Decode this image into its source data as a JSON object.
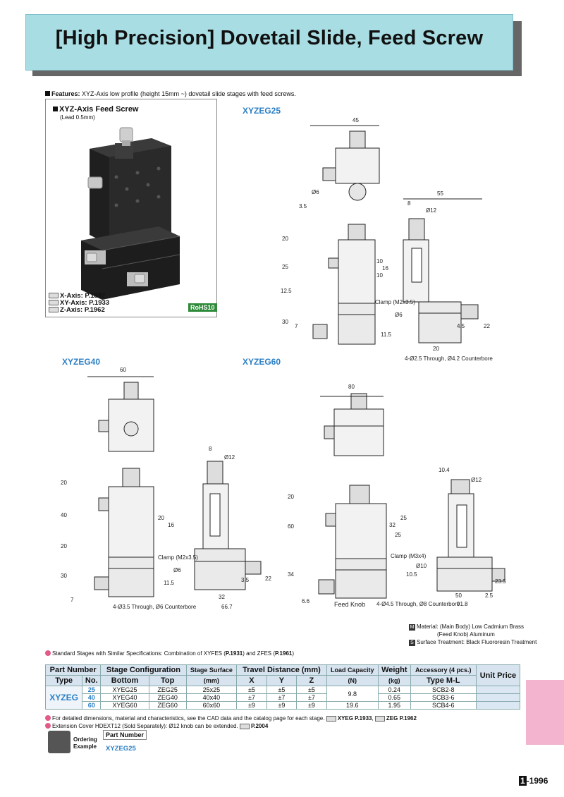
{
  "header": {
    "title": "[High Precision] Dovetail Slide, Feed Screw"
  },
  "features": {
    "label": "Features:",
    "text": "XYZ-Axis low profile (height 15mm ~) dovetail slide stages with feed screws."
  },
  "photo": {
    "title": "XYZ-Axis Feed Screw",
    "subtitle": "(Lead 0.5mm)",
    "refs": [
      "X-Axis: P.1897",
      "XY-Axis: P.1933",
      "Z-Axis: P.1962"
    ],
    "rohs": "RoHS10"
  },
  "drawings": {
    "xyzeg25": {
      "title": "XYZEG25",
      "dims": [
        "45",
        "55",
        "8",
        "Ø12",
        "3.5",
        "Ø6",
        "20",
        "25",
        "12.5",
        "30",
        "7",
        "10",
        "10",
        "16",
        "Clamp (M2x3.5)",
        "Ø6",
        "11.5",
        "4.5",
        "22",
        "20",
        "4-Ø2.5 Through, Ø4.2 Counterbore"
      ]
    },
    "xyzeg40": {
      "title": "XYZEG40",
      "dims": [
        "60",
        "8",
        "Ø12",
        "20",
        "40",
        "20",
        "30",
        "7",
        "20",
        "16",
        "Clamp (M2x3.5)",
        "Ø6",
        "11.5",
        "3.5",
        "22",
        "32",
        "66.7",
        "4-Ø3.5 Through, Ø6 Counterbore"
      ]
    },
    "xyzeg60": {
      "title": "XYZEG60",
      "dims": [
        "80",
        "10.4",
        "Ø12",
        "20",
        "60",
        "34",
        "6.6",
        "32",
        "25",
        "25",
        "Clamp (M3x4)",
        "Ø10",
        "10.5",
        "23.5",
        "50",
        "91.8",
        "2.5",
        "Feed Knob",
        "4-Ø4.5 Through, Ø8 Counterbore"
      ]
    }
  },
  "material_notes": {
    "m_tag": "M",
    "s_tag": "S",
    "line1": "Material: (Main Body) Low Cadmium Brass",
    "line2": "(Feed Knob) Aluminum",
    "line3": "Surface Treatment: Black Fluororesin Treatment"
  },
  "std_note": {
    "prefix": "Standard Stages with Similar Specifications: Combination of XYFES (",
    "ref1": "P.1931",
    "mid": ") and ZFES (",
    "ref2": "P.1961",
    "suffix": ")"
  },
  "table": {
    "h_part_number": "Part Number",
    "h_type": "Type",
    "h_no": "No.",
    "h_stage_config": "Stage Configuration",
    "h_bottom": "Bottom",
    "h_top": "Top",
    "h_stage_surface": "Stage Surface",
    "h_mm": "(mm)",
    "h_travel": "Travel Distance (mm)",
    "h_x": "X",
    "h_y": "Y",
    "h_z": "Z",
    "h_load": "Load Capacity",
    "h_n": "(N)",
    "h_weight": "Weight",
    "h_kg": "(kg)",
    "h_accessory": "Accessory (4 pcs.)",
    "h_type_ml": "Type M-L",
    "h_unit_price": "Unit Price",
    "type_value": "XYZEG",
    "rows": [
      {
        "no": "25",
        "bottom": "XYEG25",
        "top": "ZEG25",
        "surface": "25x25",
        "x": "±5",
        "y": "±5",
        "z": "±5",
        "load": "9.8",
        "weight": "0.24",
        "acc": "SCB2-8"
      },
      {
        "no": "40",
        "bottom": "XYEG40",
        "top": "ZEG40",
        "surface": "40x40",
        "x": "±7",
        "y": "±7",
        "z": "±7",
        "load": "",
        "weight": "0.65",
        "acc": "SCB3-6"
      },
      {
        "no": "60",
        "bottom": "XYEG60",
        "top": "ZEG60",
        "surface": "60x60",
        "x": "±9",
        "y": "±9",
        "z": "±9",
        "load": "19.6",
        "weight": "1.95",
        "acc": "SCB4-6"
      }
    ]
  },
  "footnotes": {
    "line1_prefix": "For detailed dimensions, material and characteristics, see the CAD data and the catalog page for each stage.",
    "line1_ref1": "XYEG P.1933",
    "line1_ref2": "ZEG P.1962",
    "line2_prefix": "Extension Cover HDEXT12 (Sold Separately): Ø12 knob can be extended.",
    "line2_ref": "P.2004"
  },
  "ordering": {
    "label_line1": "Ordering",
    "label_line2": "Example",
    "part_number_label": "Part Number",
    "part_number_value": "XYZEG25"
  },
  "page": {
    "section": "1",
    "number": "-1996"
  }
}
